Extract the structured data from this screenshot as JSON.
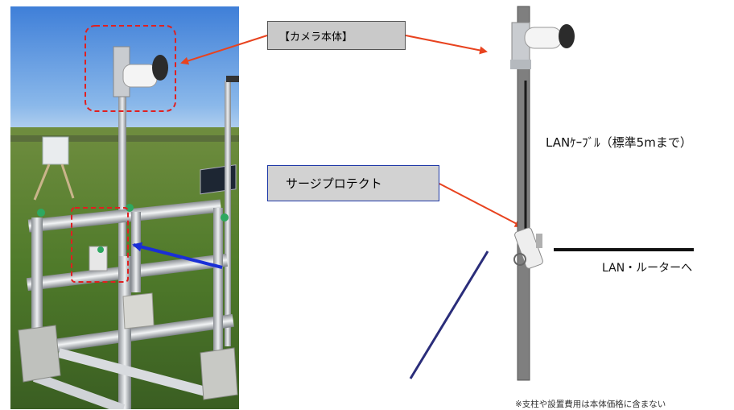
{
  "labels": {
    "camera": "【カメラ本体】",
    "surge_protect": "サージプロテクト",
    "lan_cable": "LANｹｰﾌﾞﾙ（標準5mまで）",
    "lan_router": "LAN・ルーターへ",
    "note": "※支柱や設置費用は本体価格に含まない"
  },
  "colors": {
    "arrow_red": "#e8431f",
    "arrow_blue": "#1a2fd6",
    "dashed_box": "#e02020",
    "pole": "#7f7f7f",
    "cable": "#1a1a1a",
    "navy_line": "#2a2d7a"
  }
}
